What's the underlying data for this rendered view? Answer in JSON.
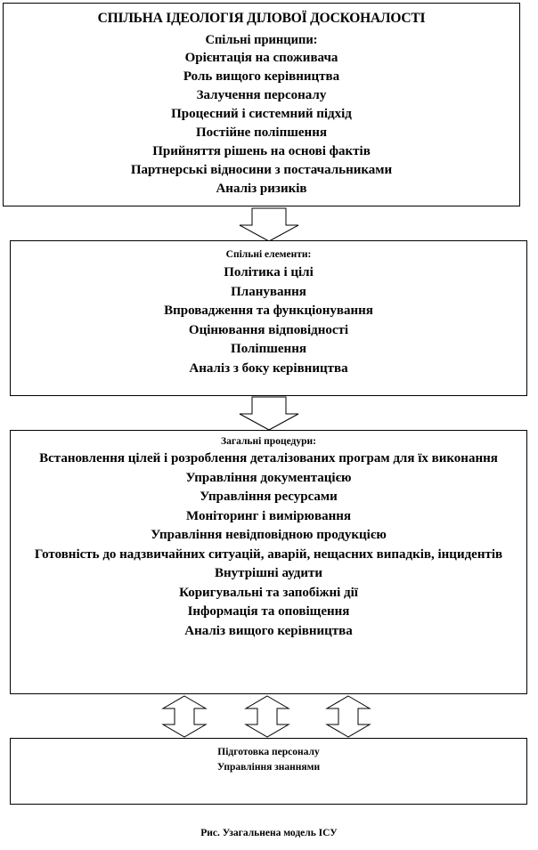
{
  "box1": {
    "title": "СПІЛЬНА ІДЕОЛОГІЯ ДІЛОВОЇ ДОСКОНАЛОСТІ",
    "heading": "Спільні принципи:",
    "items": [
      "Орієнтація на споживача",
      "Роль вищого керівництва",
      "Залучення персоналу",
      "Процесний і системний підхід",
      "Постійне поліпшення",
      "Прийняття рішень на основі фактів",
      "Партнерські відносини з постачальниками",
      "Аналіз ризиків"
    ]
  },
  "box2": {
    "heading": "Спільні елементи:",
    "items": [
      "Політика і цілі",
      "Планування",
      "Впровадження та функціонування",
      "Оцінювання відповідності",
      "Поліпшення",
      "Аналіз з боку керівництва"
    ]
  },
  "box3": {
    "heading": "Загальні процедури:",
    "items": [
      "Встановлення цілей і розроблення деталізованих програм для їх виконання",
      "Управління документацією",
      "Управління ресурсами",
      "Моніторинг і вимірювання",
      "Управління невідповідною продукцією",
      "Готовність до надзвичайних ситуацій, аварій, нещасних випадків, інцидентів",
      "Внутрішні аудити",
      "Коригувальні та запобіжні дії",
      "Інформація та оповіщення",
      "Аналіз вищого керівництва"
    ]
  },
  "box4": {
    "items": [
      "Підготовка персоналу",
      "Управління знаннями"
    ]
  },
  "caption": "Рис. Узагальнена модель ІСУ",
  "arrows": {
    "down": "block-down-arrow",
    "updown": "block-double-arrow"
  }
}
